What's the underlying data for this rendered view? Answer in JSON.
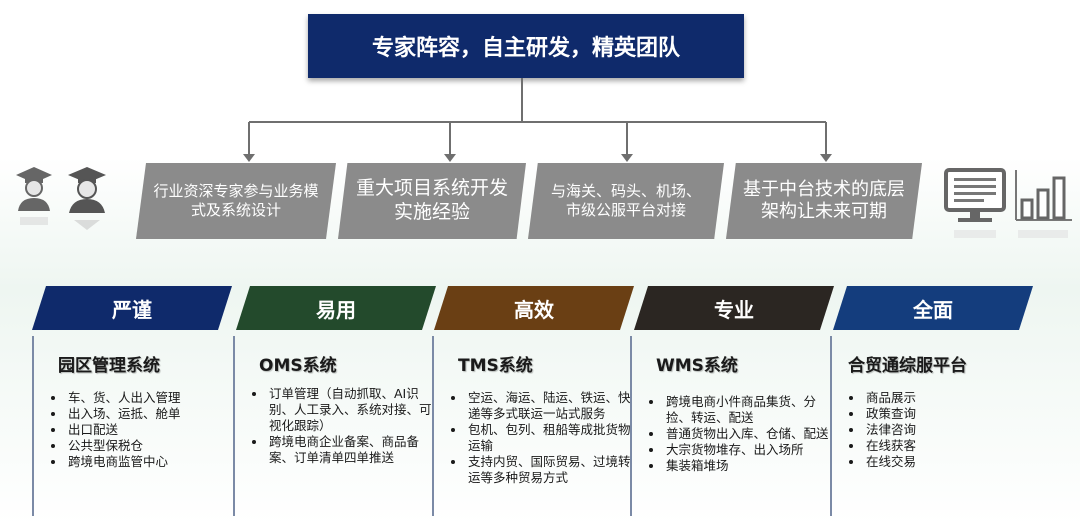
{
  "header": {
    "title": "专家阵容，自主研发，精英团队"
  },
  "features": [
    {
      "label": "行业资深专家参与业务模式及系统设计"
    },
    {
      "label": "重大项目系统开发实施经验"
    },
    {
      "label": "与海关、码头、机场、市级公服平台对接"
    },
    {
      "label": "基于中台技术的底层架构让未来可期"
    }
  ],
  "categories": [
    {
      "label": "严谨",
      "color": "#0f2a6b"
    },
    {
      "label": "易用",
      "color": "#234a2c"
    },
    {
      "label": "高效",
      "color": "#6a3f14"
    },
    {
      "label": "专业",
      "color": "#2b2622"
    },
    {
      "label": "全面",
      "color": "#143d7d"
    }
  ],
  "systems": [
    {
      "title": "园区管理系统",
      "items": [
        "车、货、人出入管理",
        "出入场、运抵、舱单",
        "出口配送",
        "公共型保税仓",
        "跨境电商监管中心"
      ]
    },
    {
      "title": "OMS系统",
      "items": [
        "订单管理（自动抓取、AI识别、人工录入、系统对接、可视化跟踪）",
        "跨境电商企业备案、商品备案、订单清单四单推送"
      ]
    },
    {
      "title": "TMS系统",
      "items": [
        "空运、海运、陆运、铁运、快递等多式联运一站式服务",
        "包机、包列、租船等成批货物运输",
        "支持内贸、国际贸易、过境转运等多种贸易方式"
      ]
    },
    {
      "title": "WMS系统",
      "items": [
        "跨境电商小件商品集货、分捡、转运、配送",
        "普通货物出入库、仓储、配送",
        "大宗货物堆存、出入场所",
        "集装箱堆场"
      ]
    },
    {
      "title": "合贸通综服平台",
      "items": [
        "商品展示",
        "政策查询",
        "法律咨询",
        "在线获客",
        "在线交易"
      ]
    }
  ],
  "icons": [
    "graduate-icon",
    "graduate-icon",
    "monitor-icon",
    "bar-chart-icon"
  ]
}
